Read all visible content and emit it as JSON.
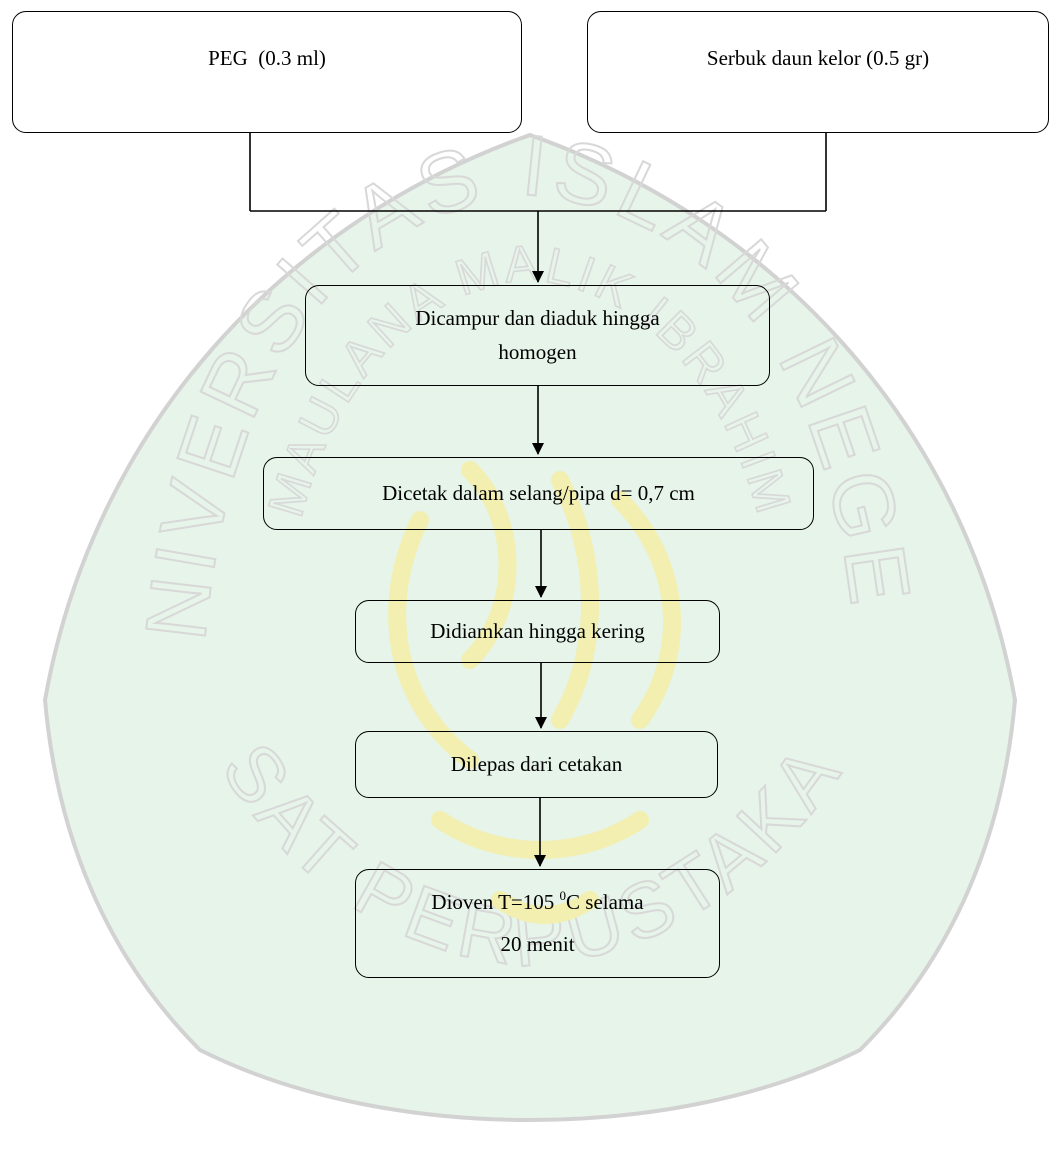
{
  "watermark": {
    "arc_top_text": "UNIVERSITAS ISLAM NEGERI",
    "arc_mid_text": "MAULANA MALIK IBRAHIM",
    "arc_bottom_text": "PUSAT PERPUSTAKAAN",
    "colors": {
      "background": "#e6f4e9",
      "outline": "#d2d2d2",
      "text": "#d8d8d8",
      "calligraphy": "#f2efb0"
    }
  },
  "flowchart": {
    "inputs": {
      "peg": "PEG  (0.3 ml)",
      "kelor": "Serbuk daun kelor (0.5 gr)"
    },
    "steps": {
      "mix_line1": "Dicampur dan diaduk hingga",
      "mix_line2": "homogen",
      "mold": "Dicetak dalam selang/pipa d= 0,7 cm",
      "dry": "Didiamkan hingga kering",
      "release": "Dilepas dari cetakan",
      "oven_prefix": "Dioven T=105 ",
      "oven_degree": "0",
      "oven_suffix": "C selama",
      "oven_line2": "20 menit"
    }
  }
}
